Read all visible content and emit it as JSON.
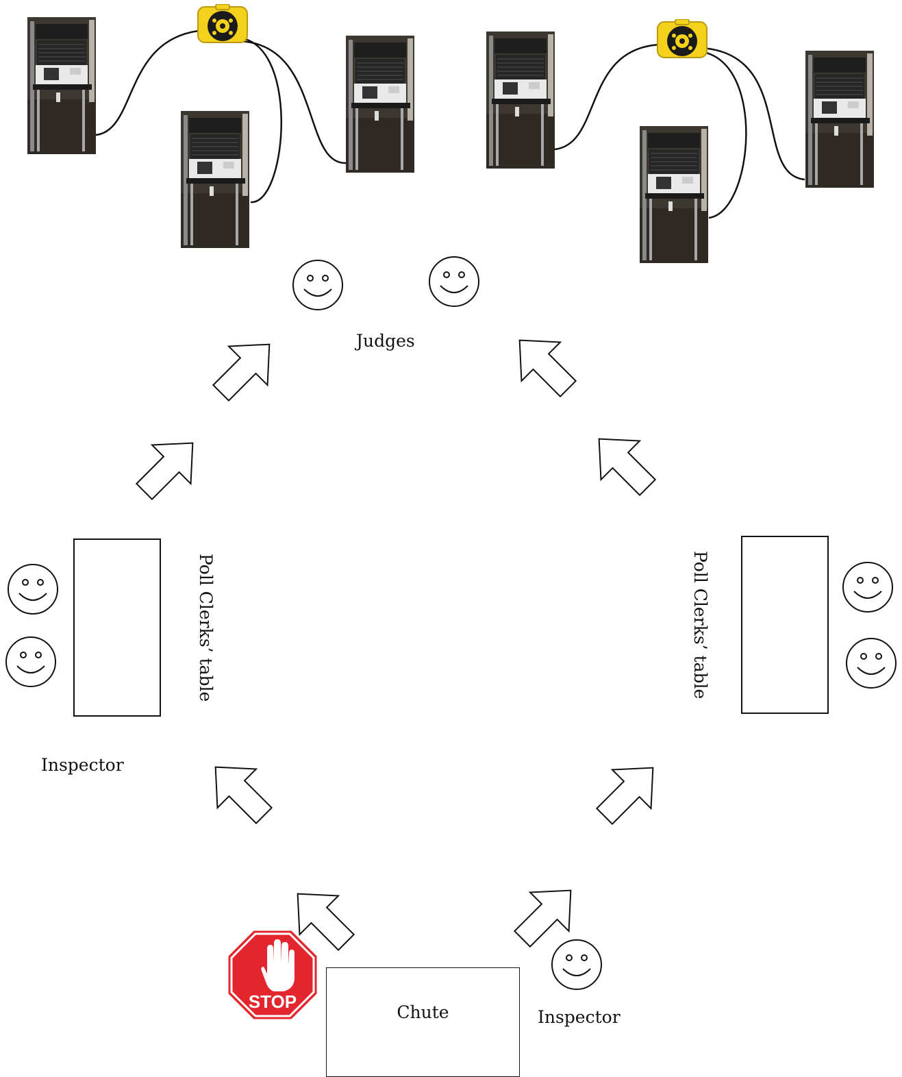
{
  "labels": {
    "judges": "Judges",
    "poll_clerks_left": "Poll Clerks’ table",
    "poll_clerks_right": "Poll Clerks’ table",
    "inspector_left": "Inspector",
    "inspector_right": "Inspector",
    "chute": "Chute",
    "stop_sign": "STOP"
  },
  "colors": {
    "stop_red": "#e3262d",
    "reel_yellow": "#f4d11c",
    "booth_dark": "#2b2b2b",
    "carpet": "#3a352e"
  },
  "icons": [
    "voting-booth-icon",
    "cord-reel-icon",
    "smiley-face-icon",
    "arrow-icon",
    "stop-sign-icon"
  ]
}
